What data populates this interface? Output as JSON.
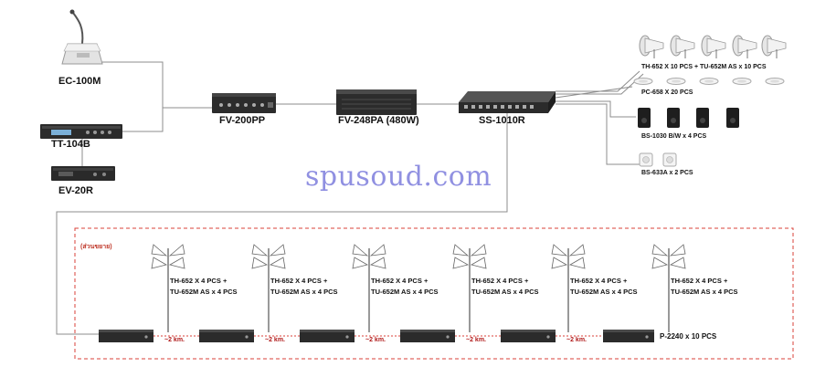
{
  "devices": {
    "ec100m": "EC-100M",
    "tt104b": "TT-104B",
    "ev20r": "EV-20R",
    "fv200pp": "FV-200PP",
    "fv248pa": "FV-248PA (480W)",
    "ss1010r": "SS-1010R"
  },
  "speaker_groups": {
    "horns": "TH-652 X 10 PCS + TU-652M AS x 10 PCS",
    "ceiling": "PC-658 X 20 PCS",
    "box": "BS-1030 B/W x 4 PCS",
    "wall": "BS-633A x 2  PCS"
  },
  "remote_section": {
    "title": "(ส่วนขยาย)",
    "stations": [
      {
        "line1": "TH-652 X 4 PCS +",
        "line2": "TU-652M AS x 4 PCS"
      },
      {
        "line1": "TH-652 X 4 PCS +",
        "line2": "TU-652M AS x 4 PCS"
      },
      {
        "line1": "TH-652 X 4 PCS +",
        "line2": "TU-652M AS x 4 PCS"
      },
      {
        "line1": "TH-652 X 4 PCS +",
        "line2": "TU-652M AS x 4 PCS"
      },
      {
        "line1": "TH-652 X 4 PCS +",
        "line2": "TU-652M AS x 4 PCS"
      },
      {
        "line1": "TH-652 X 4 PCS +",
        "line2": "TU-652M AS x 4 PCS"
      }
    ],
    "distances": [
      "~2 km.",
      "~2 km.",
      "~2 km.",
      "~2 km.",
      "~2 km."
    ],
    "amplifier_label": "P-2240 x 10 PCS"
  },
  "watermark": "spusoud.com",
  "colors": {
    "wire": "#8c8c8c",
    "dash_border": "#d9403a",
    "equipment": "#2b2b2b",
    "watermark": "#6b6bd8"
  }
}
